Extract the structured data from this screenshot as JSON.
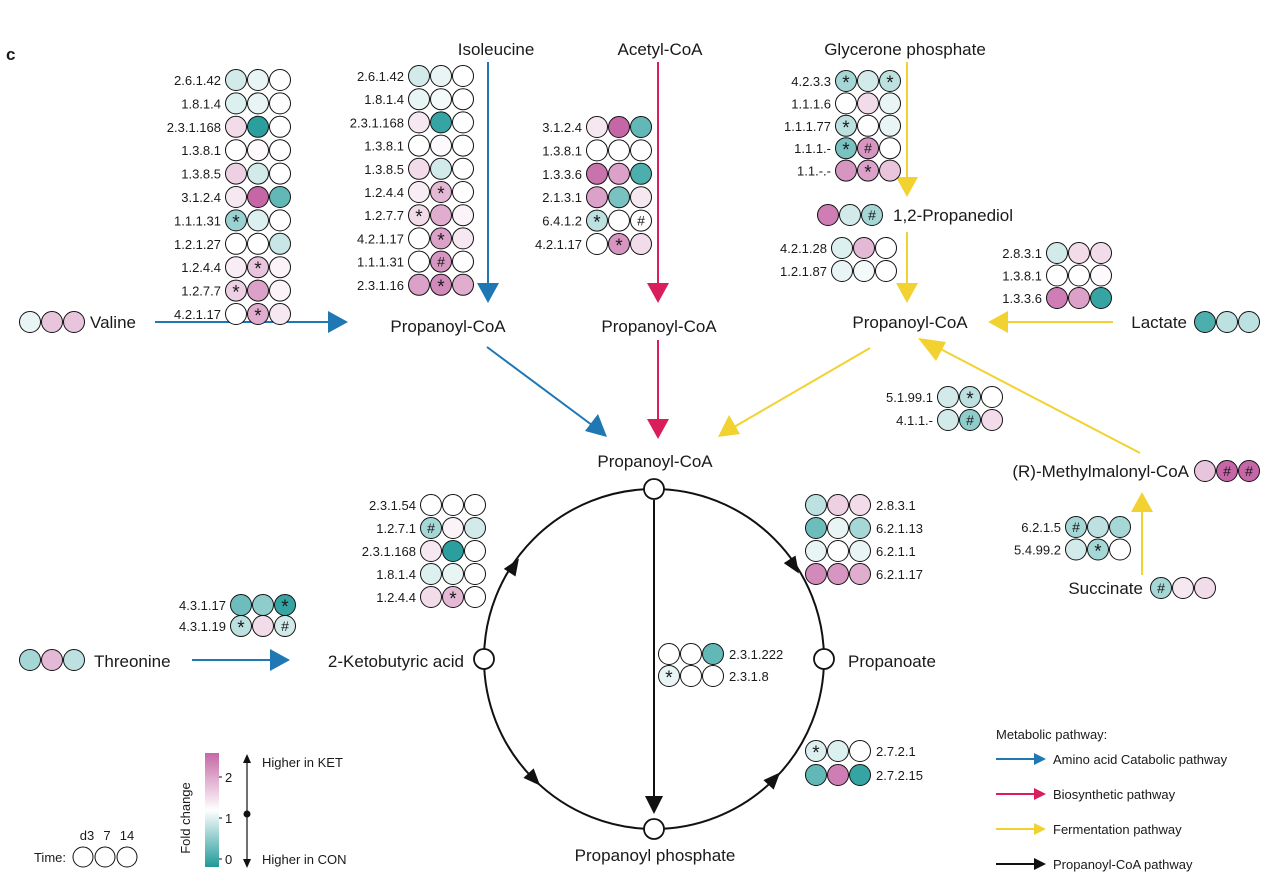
{
  "panel_label": "c",
  "colors": {
    "blue": "#1f77b4",
    "red": "#d91e5b",
    "yellow": "#f2d230",
    "black": "#111111"
  },
  "nodes": {
    "isoleucine": "Isoleucine",
    "acetyl_coa": "Acetyl-CoA",
    "glycerone_phosphate": "Glycerone phosphate",
    "propanediol": "1,2-Propanediol",
    "valine": "Valine",
    "propanoyl_coa_left": "Propanoyl-CoA",
    "propanoyl_coa_mid": "Propanoyl-CoA",
    "propanoyl_coa_right": "Propanoyl-CoA",
    "lactate": "Lactate",
    "propanoyl_coa_center": "Propanoyl-CoA",
    "methylmalonyl_coa": "(R)-Methylmalonyl-CoA",
    "succinate": "Succinate",
    "threonine": "Threonine",
    "ketobutyric": "2-Ketobutyric acid",
    "propanoate": "Propanoate",
    "propanoyl_phosphate": "Propanoyl phosphate"
  },
  "node_levels": {
    "valine": [
      0.9,
      1.5,
      1.5
    ],
    "lactate": [
      0.2,
      0.7,
      0.7
    ],
    "methylmalonyl_coa": [
      1.5,
      2.3,
      2.3
    ],
    "succinate": [
      0.6,
      1.2,
      1.3
    ],
    "threonine": [
      0.6,
      1.6,
      0.7
    ],
    "propanediol": [
      2.1,
      0.8,
      0.6
    ]
  },
  "node_marks": {
    "methylmalonyl_coa": [
      "",
      "#",
      "#"
    ],
    "succinate": [
      "#",
      "",
      ""
    ],
    "propanediol": [
      "",
      "",
      "#"
    ]
  },
  "enzyme_groups": [
    {
      "id": "valine-enzymes",
      "rows": [
        {
          "ec": "2.6.1.42",
          "levels": [
            0.8,
            0.9,
            1.0
          ],
          "marks": [
            "",
            "",
            ""
          ]
        },
        {
          "ec": "1.8.1.4",
          "levels": [
            0.85,
            0.9,
            1.0
          ],
          "marks": [
            "",
            "",
            ""
          ]
        },
        {
          "ec": "2.3.1.168",
          "levels": [
            1.3,
            0.05,
            1.0
          ],
          "marks": [
            "",
            "",
            ""
          ]
        },
        {
          "ec": "1.3.8.1",
          "levels": [
            1.0,
            1.05,
            1.0
          ],
          "marks": [
            "",
            "",
            ""
          ]
        },
        {
          "ec": "1.3.8.5",
          "levels": [
            1.4,
            0.8,
            1.0
          ],
          "marks": [
            "",
            "",
            ""
          ]
        },
        {
          "ec": "3.1.2.4",
          "levels": [
            1.2,
            2.3,
            0.3
          ],
          "marks": [
            "",
            "",
            ""
          ]
        },
        {
          "ec": "1.1.1.31",
          "levels": [
            0.55,
            0.85,
            1.0
          ],
          "marks": [
            "*",
            "",
            ""
          ]
        },
        {
          "ec": "1.2.1.27",
          "levels": [
            1.0,
            1.0,
            0.75
          ],
          "marks": [
            "",
            "",
            ""
          ]
        },
        {
          "ec": "1.2.4.4",
          "levels": [
            1.15,
            1.5,
            1.1
          ],
          "marks": [
            "",
            "*",
            ""
          ]
        },
        {
          "ec": "1.2.7.7",
          "levels": [
            1.4,
            1.8,
            1.1
          ],
          "marks": [
            "*",
            "",
            ""
          ]
        },
        {
          "ec": "4.2.1.17",
          "levels": [
            1.0,
            1.7,
            1.2
          ],
          "marks": [
            "",
            "*",
            ""
          ]
        }
      ]
    },
    {
      "id": "isoleucine-enzymes",
      "rows": [
        {
          "ec": "2.6.1.42",
          "levels": [
            0.8,
            0.9,
            1.0
          ],
          "marks": [
            "",
            "",
            ""
          ]
        },
        {
          "ec": "1.8.1.4",
          "levels": [
            0.9,
            0.95,
            1.0
          ],
          "marks": [
            "",
            "",
            ""
          ]
        },
        {
          "ec": "2.3.1.168",
          "levels": [
            1.2,
            0.1,
            1.0
          ],
          "marks": [
            "",
            "",
            ""
          ]
        },
        {
          "ec": "1.3.8.1",
          "levels": [
            1.0,
            1.05,
            1.0
          ],
          "marks": [
            "",
            "",
            ""
          ]
        },
        {
          "ec": "1.3.8.5",
          "levels": [
            1.3,
            0.8,
            1.0
          ],
          "marks": [
            "",
            "",
            ""
          ]
        },
        {
          "ec": "1.2.4.4",
          "levels": [
            1.15,
            1.6,
            1.0
          ],
          "marks": [
            "",
            "*",
            ""
          ]
        },
        {
          "ec": "1.2.7.7",
          "levels": [
            1.3,
            1.7,
            1.1
          ],
          "marks": [
            "*",
            "",
            ""
          ]
        },
        {
          "ec": "4.2.1.17",
          "levels": [
            1.0,
            1.8,
            1.2
          ],
          "marks": [
            "",
            "*",
            ""
          ]
        },
        {
          "ec": "1.1.1.31",
          "levels": [
            1.0,
            1.9,
            1.0
          ],
          "marks": [
            "",
            "#",
            ""
          ]
        },
        {
          "ec": "2.3.1.16",
          "levels": [
            1.8,
            2.0,
            1.7
          ],
          "marks": [
            "",
            "*",
            ""
          ]
        }
      ]
    },
    {
      "id": "acetyl-coa-enzymes",
      "rows": [
        {
          "ec": "3.1.2.4",
          "levels": [
            1.2,
            2.3,
            0.3
          ],
          "marks": [
            "",
            "",
            ""
          ]
        },
        {
          "ec": "1.3.8.1",
          "levels": [
            1.0,
            1.0,
            1.0
          ],
          "marks": [
            "",
            "",
            ""
          ]
        },
        {
          "ec": "1.3.3.6",
          "levels": [
            2.2,
            1.8,
            0.2
          ],
          "marks": [
            "",
            "",
            ""
          ]
        },
        {
          "ec": "2.1.3.1",
          "levels": [
            1.8,
            0.4,
            1.2
          ],
          "marks": [
            "",
            "",
            ""
          ]
        },
        {
          "ec": "6.4.1.2",
          "levels": [
            0.7,
            1.0,
            1.0
          ],
          "marks": [
            "*",
            "",
            "#"
          ]
        },
        {
          "ec": "4.2.1.17",
          "levels": [
            1.0,
            1.9,
            1.3
          ],
          "marks": [
            "",
            "*",
            ""
          ]
        }
      ]
    },
    {
      "id": "glycerone-enzymes",
      "rows": [
        {
          "ec": "4.2.3.3",
          "levels": [
            0.6,
            0.8,
            0.7
          ],
          "marks": [
            "*",
            "",
            "*"
          ]
        },
        {
          "ec": "1.1.1.6",
          "levels": [
            1.0,
            1.3,
            0.9
          ],
          "marks": [
            "",
            "",
            ""
          ]
        },
        {
          "ec": "1.1.1.77",
          "levels": [
            0.7,
            1.0,
            0.9
          ],
          "marks": [
            "*",
            "",
            ""
          ]
        },
        {
          "ec": "1.1.1.-",
          "levels": [
            0.4,
            1.9,
            1.0
          ],
          "marks": [
            "*",
            "#",
            ""
          ]
        },
        {
          "ec": "1.1.-.-",
          "levels": [
            1.9,
            1.8,
            1.5
          ],
          "marks": [
            "",
            "*",
            ""
          ]
        }
      ]
    },
    {
      "id": "propanediol-enzymes",
      "rows": [
        {
          "ec": "4.2.1.28",
          "levels": [
            0.85,
            1.6,
            1.0
          ],
          "marks": [
            "",
            "",
            ""
          ]
        },
        {
          "ec": "1.2.1.87",
          "levels": [
            0.9,
            0.95,
            1.0
          ],
          "marks": [
            "",
            "",
            ""
          ]
        }
      ]
    },
    {
      "id": "lactate-enzymes",
      "rows": [
        {
          "ec": "2.8.3.1",
          "levels": [
            0.8,
            1.3,
            1.3
          ],
          "marks": [
            "",
            "",
            ""
          ]
        },
        {
          "ec": "1.3.8.1",
          "levels": [
            1.0,
            1.0,
            1.05
          ],
          "marks": [
            "",
            "",
            ""
          ]
        },
        {
          "ec": "1.3.3.6",
          "levels": [
            2.1,
            1.8,
            0.1
          ],
          "marks": [
            "",
            "",
            ""
          ]
        }
      ]
    },
    {
      "id": "methylmalonyl-enzymes",
      "rows": [
        {
          "ec": "5.1.99.1",
          "levels": [
            0.8,
            0.7,
            1.0
          ],
          "marks": [
            "",
            "*",
            ""
          ]
        },
        {
          "ec": "4.1.1.-",
          "levels": [
            0.8,
            0.5,
            1.3
          ],
          "marks": [
            "",
            "#",
            ""
          ]
        }
      ]
    },
    {
      "id": "succinate-enzymes",
      "rows": [
        {
          "ec": "6.2.1.5",
          "levels": [
            0.6,
            0.7,
            0.6
          ],
          "marks": [
            "#",
            "",
            ""
          ]
        },
        {
          "ec": "5.4.99.2",
          "levels": [
            0.8,
            0.6,
            1.0
          ],
          "marks": [
            "",
            "*",
            ""
          ]
        }
      ]
    },
    {
      "id": "threonine-enzymes",
      "rows": [
        {
          "ec": "4.3.1.17",
          "levels": [
            0.35,
            0.5,
            0.1
          ],
          "marks": [
            "",
            "",
            "*"
          ]
        },
        {
          "ec": "4.3.1.19",
          "levels": [
            0.7,
            1.3,
            0.8
          ],
          "marks": [
            "*",
            "",
            "#"
          ]
        }
      ]
    },
    {
      "id": "ketobutyric-enzymes",
      "rows": [
        {
          "ec": "2.3.1.54",
          "levels": [
            1.0,
            1.0,
            1.0
          ],
          "marks": [
            "",
            "",
            ""
          ]
        },
        {
          "ec": "1.2.7.1",
          "levels": [
            0.6,
            1.1,
            0.8
          ],
          "marks": [
            "#",
            "",
            ""
          ]
        },
        {
          "ec": "2.3.1.168",
          "levels": [
            1.2,
            0.05,
            1.0
          ],
          "marks": [
            "",
            "",
            ""
          ]
        },
        {
          "ec": "1.8.1.4",
          "levels": [
            0.85,
            0.9,
            1.0
          ],
          "marks": [
            "",
            "",
            ""
          ]
        },
        {
          "ec": "1.2.4.4",
          "levels": [
            1.3,
            1.6,
            1.0
          ],
          "marks": [
            "",
            "*",
            ""
          ]
        }
      ]
    },
    {
      "id": "propanoate-enzymes",
      "rows": [
        {
          "ec": "2.8.3.1",
          "levels": [
            0.7,
            1.4,
            1.3
          ],
          "marks": [
            "",
            "",
            ""
          ]
        },
        {
          "ec": "6.2.1.13",
          "levels": [
            0.35,
            0.9,
            0.6
          ],
          "marks": [
            "",
            "",
            ""
          ]
        },
        {
          "ec": "6.2.1.1",
          "levels": [
            0.9,
            1.0,
            0.9
          ],
          "marks": [
            "",
            "",
            ""
          ]
        },
        {
          "ec": "6.2.1.17",
          "levels": [
            2.0,
            1.9,
            1.7
          ],
          "marks": [
            "",
            "",
            ""
          ]
        }
      ]
    },
    {
      "id": "center-enzymes",
      "rows": [
        {
          "ec": "2.3.1.222",
          "levels": [
            1.0,
            1.0,
            0.3
          ],
          "marks": [
            "",
            "",
            ""
          ]
        },
        {
          "ec": "2.3.1.8",
          "levels": [
            0.9,
            1.0,
            1.0
          ],
          "marks": [
            "*",
            "",
            ""
          ]
        }
      ]
    },
    {
      "id": "phosphate-enzymes",
      "rows": [
        {
          "ec": "2.7.2.1",
          "levels": [
            0.85,
            0.85,
            1.0
          ],
          "marks": [
            "*",
            "",
            ""
          ]
        },
        {
          "ec": "2.7.2.15",
          "levels": [
            0.3,
            2.1,
            0.1
          ],
          "marks": [
            "",
            "",
            ""
          ]
        }
      ]
    }
  ],
  "scale": {
    "title": "Fold change",
    "ticks": [
      "2",
      "1",
      "0"
    ],
    "higher_top": "Higher in KET",
    "higher_bottom": "Higher in CON"
  },
  "time_legend": {
    "label": "Time:",
    "days": [
      "d3",
      "7",
      "14"
    ]
  },
  "legend": {
    "title": "Metabolic pathway:",
    "items": [
      {
        "label": "Amino acid Catabolic pathway",
        "color": "#1f77b4"
      },
      {
        "label": "Biosynthetic pathway",
        "color": "#d91e5b"
      },
      {
        "label": "Fermentation pathway",
        "color": "#f2d230"
      },
      {
        "label": "Propanoyl-CoA pathway",
        "color": "#111111"
      }
    ]
  }
}
